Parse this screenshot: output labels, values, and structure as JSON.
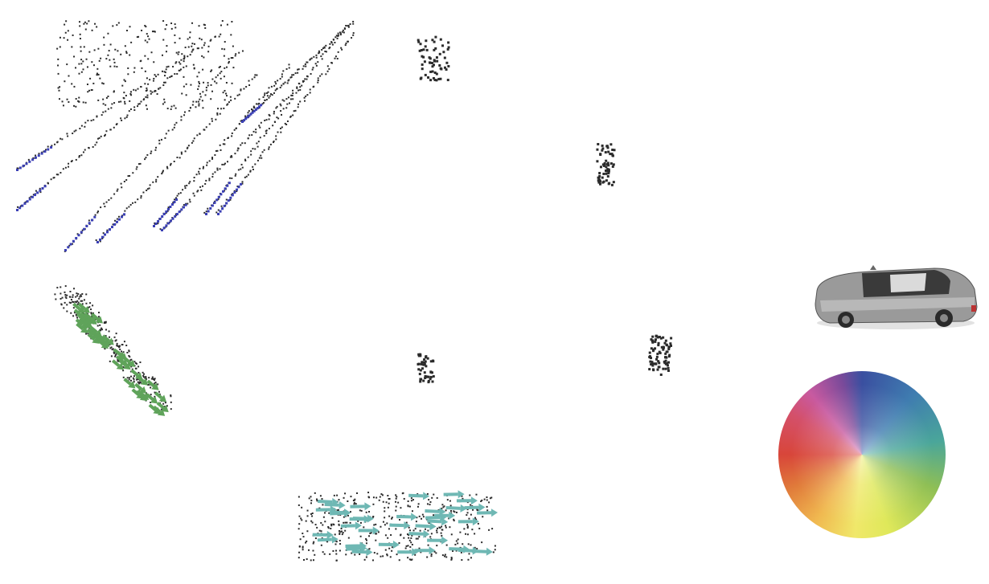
{
  "scene": {
    "background": "#ffffff",
    "point_color": "#2b2b2b",
    "flow_colors": {
      "vehicle_left": "#5fa35a",
      "vehicle_bottom": "#6fb8b4",
      "lane_lines": "#3a3fb5"
    },
    "objects": [
      {
        "name": "lidar-lane-points"
      },
      {
        "name": "vehicle-point-cloud-left"
      },
      {
        "name": "vehicle-point-cloud-bottom"
      },
      {
        "name": "pedestrian-cluster-top"
      },
      {
        "name": "pedestrian-cluster-right"
      },
      {
        "name": "pedestrian-cluster-center"
      },
      {
        "name": "pedestrian-cluster-far-right"
      }
    ]
  },
  "legend": {
    "ego_vehicle_icon": "car-icon",
    "color_wheel": "flow-direction-color-wheel"
  }
}
